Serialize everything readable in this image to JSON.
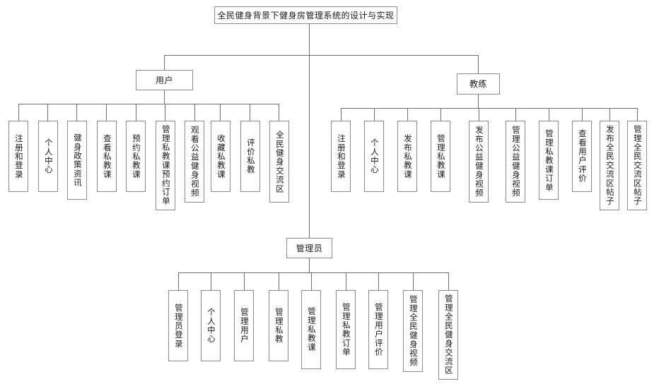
{
  "diagram": {
    "type": "tree-hierarchy",
    "title": "全民健身背景下健身房管理系统的设计与实现",
    "colors": {
      "border": "#8a8a8a",
      "line": "#6f6f6f",
      "background": "#ffffff",
      "text": "#1a1a1a"
    },
    "root": {
      "label": "全民健身背景下健身房管理系统的设计与实现"
    },
    "branches": [
      {
        "id": "user",
        "label": "用户",
        "children": [
          {
            "label": "注册和登录"
          },
          {
            "label": "个人中心"
          },
          {
            "label": "健身政策资讯"
          },
          {
            "label": "查看私教课"
          },
          {
            "label": "预约私教课"
          },
          {
            "label": "管理私教课预约订单"
          },
          {
            "label": "观看公益健身视频"
          },
          {
            "label": "收藏私教课"
          },
          {
            "label": "评价私教"
          },
          {
            "label": "全民健身交流区"
          }
        ]
      },
      {
        "id": "coach",
        "label": "教练",
        "children": [
          {
            "label": "注册和登录"
          },
          {
            "label": "个人中心"
          },
          {
            "label": "发布私教课"
          },
          {
            "label": "管理私教课"
          },
          {
            "label": "发布公益健身视频"
          },
          {
            "label": "管理公益健身视频"
          },
          {
            "label": "管理私教课订单"
          },
          {
            "label": "查看用户评价"
          },
          {
            "label": "发布全民交流区帖子"
          },
          {
            "label": "管理全民交流区帖子"
          }
        ]
      },
      {
        "id": "admin",
        "label": "管理员",
        "children": [
          {
            "label": "管理员登录"
          },
          {
            "label": "个人中心"
          },
          {
            "label": "管理用户"
          },
          {
            "label": "管理私教"
          },
          {
            "label": "管理私教课"
          },
          {
            "label": "管理私教订单"
          },
          {
            "label": "管理用户评价"
          },
          {
            "label": "管理全民健身视频"
          },
          {
            "label": "管理全民健身交流区"
          }
        ]
      }
    ]
  }
}
